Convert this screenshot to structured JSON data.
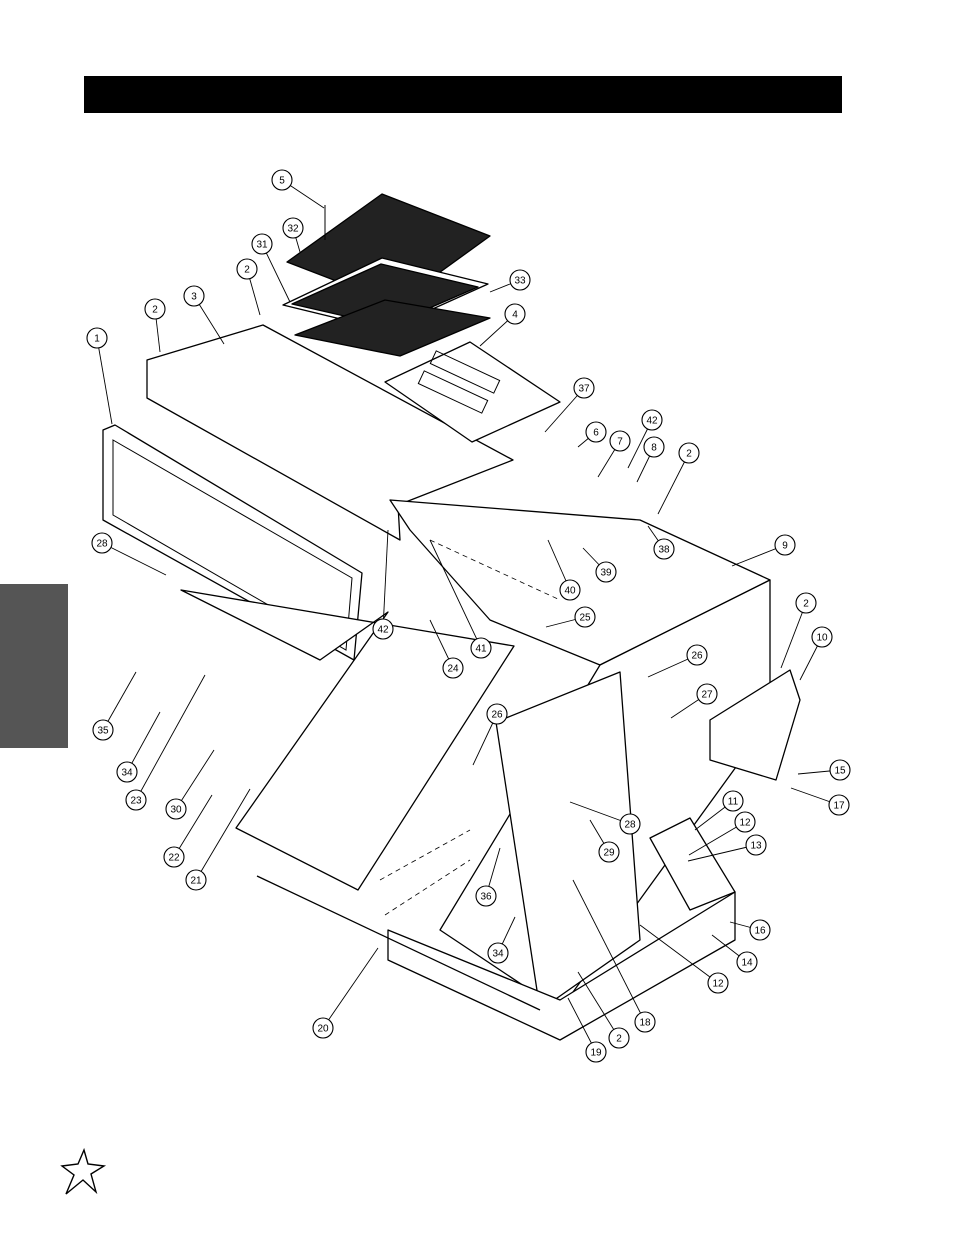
{
  "page": {
    "header_color": "#000000",
    "side_tab_color": "#555555"
  },
  "diagram": {
    "callouts": [
      "5",
      "32",
      "31",
      "33",
      "2",
      "3",
      "2",
      "1",
      "4",
      "37",
      "6",
      "7",
      "42",
      "8",
      "2",
      "38",
      "9",
      "39",
      "40",
      "25",
      "41",
      "42",
      "24",
      "28",
      "35",
      "34",
      "23",
      "30",
      "22",
      "21",
      "2",
      "10",
      "26",
      "27",
      "26",
      "15",
      "17",
      "28",
      "29",
      "11",
      "12",
      "13",
      "16",
      "14",
      "12",
      "36",
      "34",
      "20",
      "19",
      "2",
      "18"
    ]
  },
  "logo": {
    "icon": "star-logo-icon"
  }
}
